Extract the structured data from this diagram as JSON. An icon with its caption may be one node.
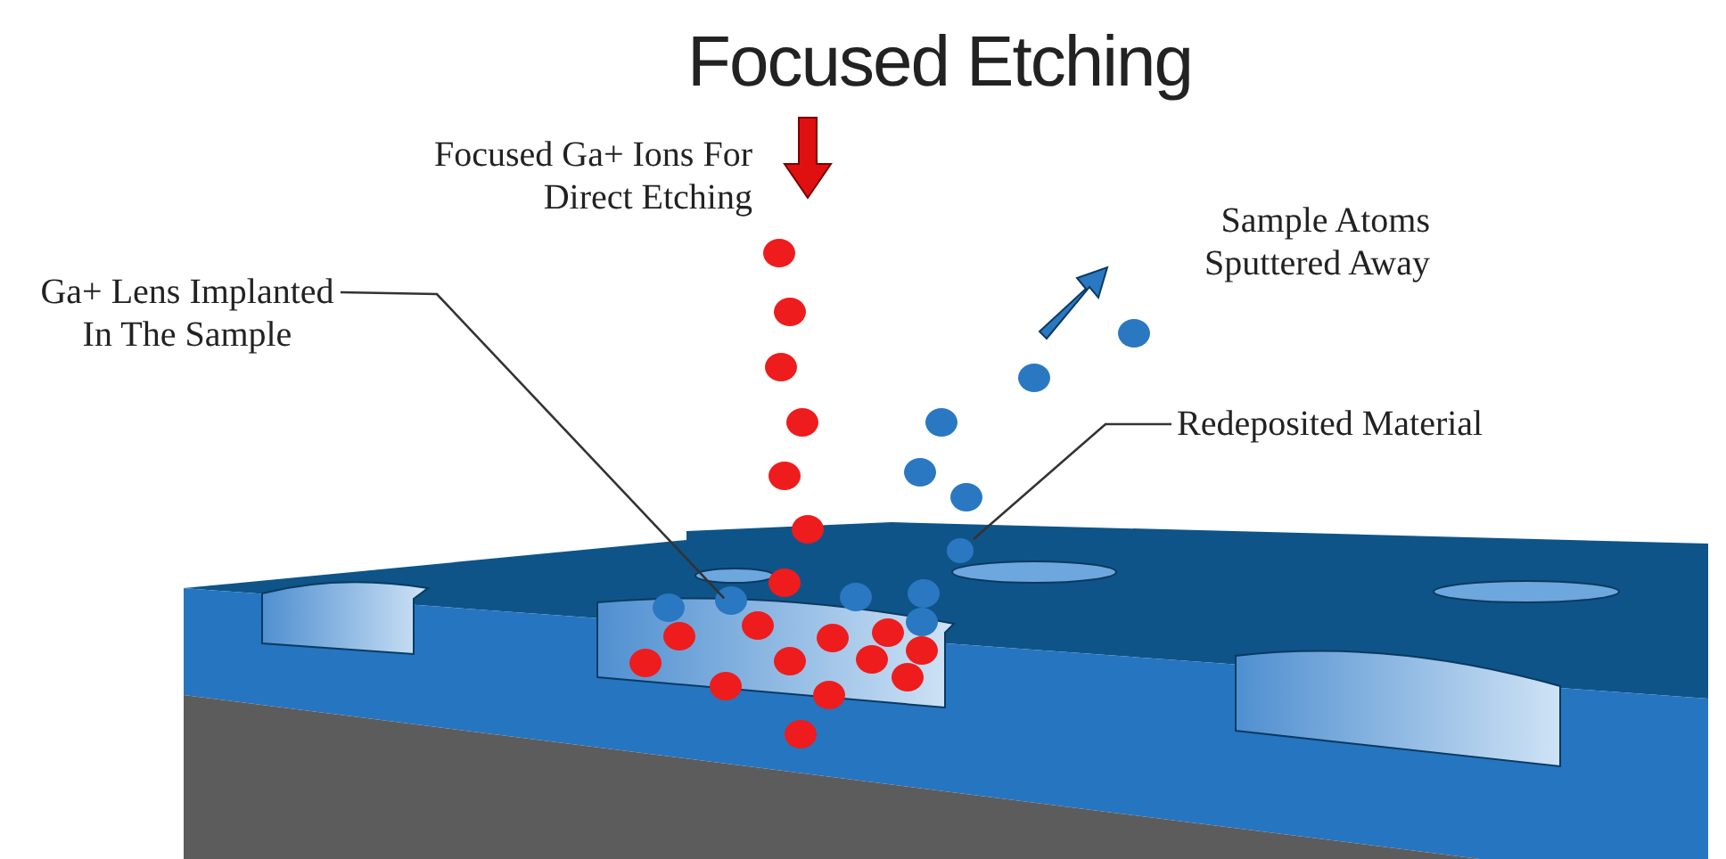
{
  "diagram": {
    "title": "Focused Etching",
    "nodes": [
      {
        "text": [
          "Ga+ Lens Implanted In The Sample"
        ]
      },
      {
        "text": [
          "Redeposited Material"
        ]
      },
      {
        "text": [],
        "shape": "circle"
      },
      {
        "text": [],
        "shape": "picture"
      }
    ],
    "edges": [
      {
        "from": 0,
        "to": 3,
        "arrow": "none"
      },
      {
        "from": 1,
        "to": 2,
        "arrow": "none"
      }
    ],
    "labels": [
      "Focused Ga+ Ions For Direct Etching",
      "Sample Atoms Sputtered Away"
    ]
  }
}
